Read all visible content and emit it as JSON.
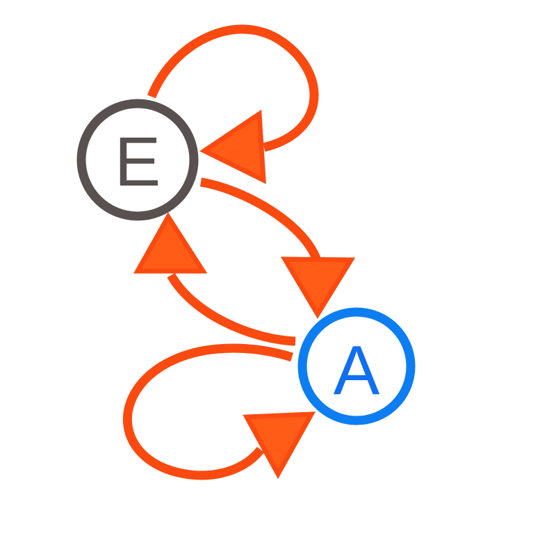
{
  "page": {
    "background_color": "#ffffff"
  },
  "diagram": {
    "type": "directed-graph",
    "edge_color": "#fb4a10",
    "arrowhead_fill": "#ff5c17",
    "nodes": [
      {
        "id": "E",
        "label": "E",
        "ring_color": "#585150",
        "label_color": "#57504e"
      },
      {
        "id": "A",
        "label": "A",
        "ring_color": "#0d7df2",
        "label_color": "#106ef0"
      }
    ],
    "edges": [
      {
        "from": "E",
        "to": "E",
        "description": "self-loop arcing above and right of E, arrowhead points left into E's right side"
      },
      {
        "from": "E",
        "to": "A",
        "description": "curve bowing toward upper right, arrowhead points down into top of A"
      },
      {
        "from": "A",
        "to": "E",
        "description": "curve bowing toward lower left, arrowhead points up into bottom of E"
      },
      {
        "from": "A",
        "to": "A",
        "description": "self-loop arcing below and left of A, arrowhead points up-right into lower-left of A"
      }
    ]
  }
}
